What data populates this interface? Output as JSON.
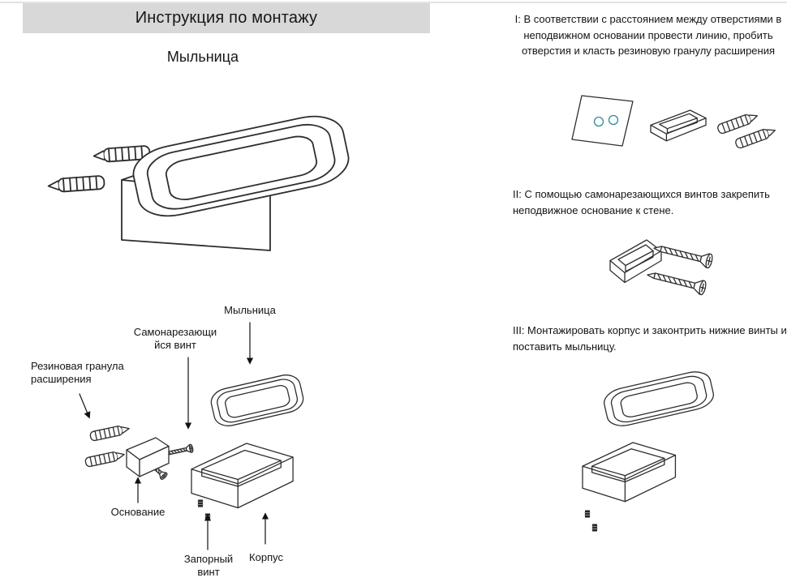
{
  "header": {
    "title": "Инструкция по монтажу"
  },
  "product_title": "Мыльница",
  "exploded_labels": {
    "soap_dish": "Мыльница",
    "self_tapping_screw": "Самонарезающи\nйся винт",
    "rubber_expansion_plug": "Резиновая гранула\nрасширения",
    "base": "Основание",
    "locking_screw": "Запорный\nвинт",
    "body": "Корпус"
  },
  "steps": [
    {
      "numeral": "I",
      "text": "I: В соответствии с расстоянием между отверстиями в неподвижном основании провести линию, пробить отверстия и класть резиновую гранулу расширения"
    },
    {
      "numeral": "II",
      "text": "II: С помощью самонарезающихся винтов закрепить неподвижное основание к стене."
    },
    {
      "numeral": "III",
      "text": "III: Монтажировать корпус и законтрить нижние винты и поставить мыльницу."
    }
  ],
  "colors": {
    "header_bg": "#d8d8d8",
    "line": "#2e2e2e",
    "arrow": "#111111",
    "hole_accent": "#2e8b9a"
  }
}
